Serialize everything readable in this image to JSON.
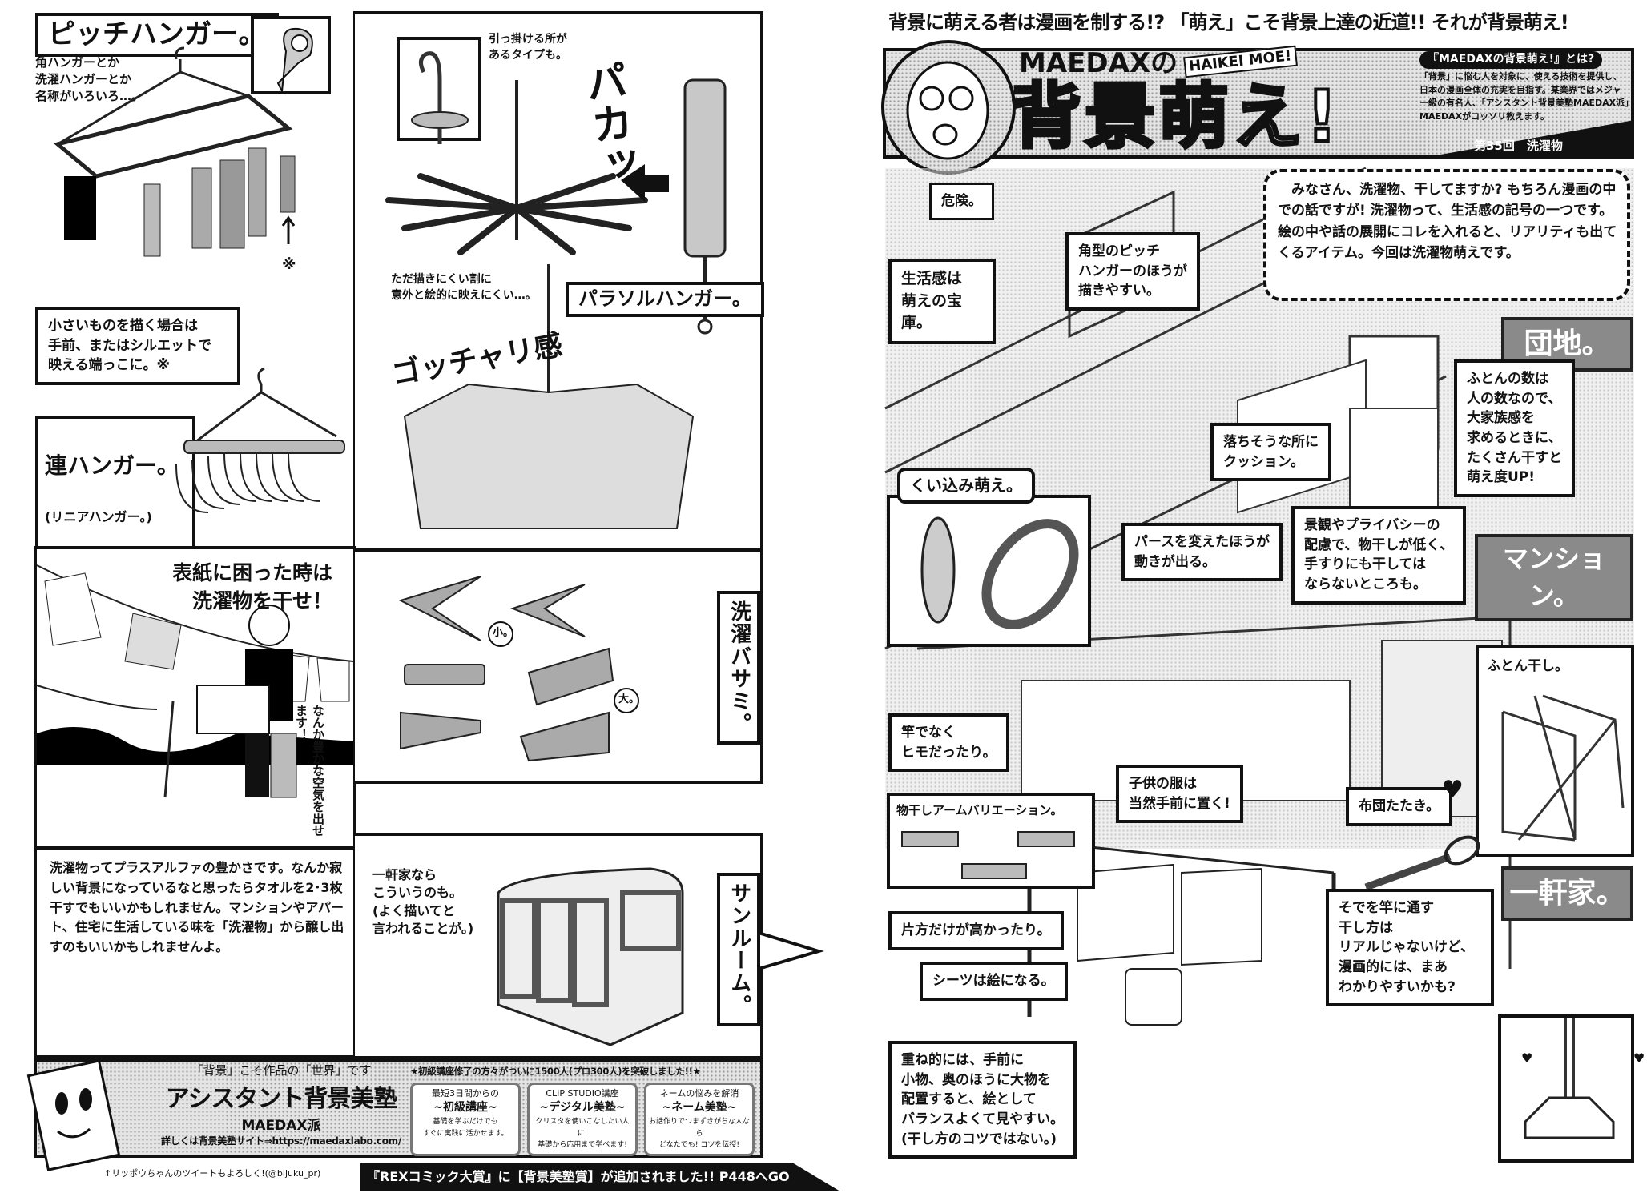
{
  "left_page": {
    "pitch_hanger": {
      "title": "ピッチハンガー。",
      "note": "角ハンガーとか\n洗濯ハンガーとか\n名称がいろいろ…。",
      "callout": "小さいものを描く場合は\n手前、またはシルエットで\n映える端っこに。※",
      "mark": "※"
    },
    "linear_hanger": {
      "title": "連ハンガー。",
      "subtitle": "(リニアハンガー。)"
    },
    "parasol_hanger": {
      "title": "パラソルハンガー。",
      "hook_note": "引っ掛ける所が\nあるタイプも。",
      "sfx_open": "パカッ",
      "note": "ただ描きにくい割に\n意外と絵的に映えにくい…。",
      "sfx_clutter": "ゴッチャリ感"
    },
    "cover_panel": {
      "headline": "表紙に困った時は\n洗濯物を干せ！",
      "vertical_note": "なんか豊かな空気を出せます！",
      "body": "洗濯物ってプラスアルファの豊かさです。なんか寂しい背景になっているなと思ったらタオルを2･3枚干すでもいいかもしれません。マンションやアパート、住宅に生活している味を「洗濯物」から醸し出すのもいいかもしれませんよ。"
    },
    "clothespins": {
      "title": "洗濯バサミ。",
      "small": "小。",
      "large": "大。"
    },
    "sunroom": {
      "title": "サンルーム。",
      "note": "一軒家なら\nこういうのも。\n(よく描いてと\n言われることが。)"
    }
  },
  "ad_banner": {
    "tagline": "「背景」こそ作品の「世界」です",
    "school": "アシスタント背景美塾",
    "brand": "MAEDAX派",
    "site": "詳しくは背景美塾サイト⇒https://maedaxlabo.com/",
    "announcement": "★初級講座修了の方々がついに1500人(プロ300人)を突破しました!!★",
    "courses": [
      {
        "top": "最短3日間からの",
        "name": "~初級講座~",
        "desc": "基礎を学ぶだけでも\nすぐに実践に活かせます。"
      },
      {
        "top": "CLIP STUDIO講座",
        "name": "~デジタル美塾~",
        "desc": "クリスタを使いこなしたい人に!\n基礎から応用まで学べます!"
      },
      {
        "top": "ネームの悩みを解消",
        "name": "~ネーム美塾~",
        "desc": "お話作りでつまずきがちな人なら\nどなたでも! コツを伝授!"
      }
    ],
    "twitter": "↑リッポウちゃんのツイートもよろしく!(@bijuku_pr)",
    "rex_notice": "『REXコミック大賞』に【背景美塾賞】が追加されました!! P448へGO"
  },
  "right_page": {
    "headline": "背景に萌える者は漫画を制する!? 「萌え」こそ背景上達の近道!! それが背景萌え!",
    "header": {
      "series_prefix": "MAEDAXの",
      "series_title": "背景萌え!",
      "romaji": "HAIKEI MOE!",
      "about_title": "『MAEDAXの背景萌え!』とは?",
      "about_body": "「背景」に悩む人を対象に、使える技術を提供し、日本の漫画全体の充実を目指す。某業界ではメジャー級の有名人、「アシスタント背景美塾MAEDAX派」MAEDAXがコッソリ教えます。",
      "episode": "第35回　洗濯物"
    },
    "intro": "みなさん、洗濯物、干してますか? もちろん漫画の中での話ですが! 洗濯物って、生活感の記号の一つです。絵の中や話の展開にコレを入れると、リアリティも出てくるアイテム。今回は洗濯物萌えです。",
    "sections": {
      "danchi": "団地。",
      "mansion": "マンション。",
      "house": "一軒家。"
    },
    "captions": {
      "danger": "危険。",
      "life": "生活感は\n萌えの宝庫。",
      "square_pitch": "角型のピッチ\nハンガーのほうが\n描きやすい。",
      "futon_count": "ふとんの数は\n人の数なので、\n大家族感を\n求めるときに、\nたくさん干すと\n萌え度UP!",
      "cushion": "落ちそうな所に\nクッション。",
      "bite": "くい込み萌え。",
      "perspective": "パースを変えたほうが\n動きが出る。",
      "privacy": "景観やプライバシーの\n配慮で、物干しが低く、\n手すりにも干しては\nならないところも。",
      "futon_rack": "ふとん干し。",
      "string": "竿でなく\nヒモだったり。",
      "kids": "子供の服は\n当然手前に置く!",
      "arm_variation": "物干しアームバリエーション。",
      "beater": "布団たたき。",
      "heart": "♥",
      "one_side": "片方だけが高かったり。",
      "sheets": "シーツは絵になる。",
      "sleeves": "そでを竿に通す\n干し方は\nリアルじゃないけど、\n漫画的には、まあ\nわかりやすいかも?",
      "layering": "重ね的には、手前に\n小物、奥のほうに大物を\n配置すると、絵として\nバランスよくて見やすい。\n(干し方のコツではない。)",
      "hearts_small": "♥ ♥"
    }
  }
}
